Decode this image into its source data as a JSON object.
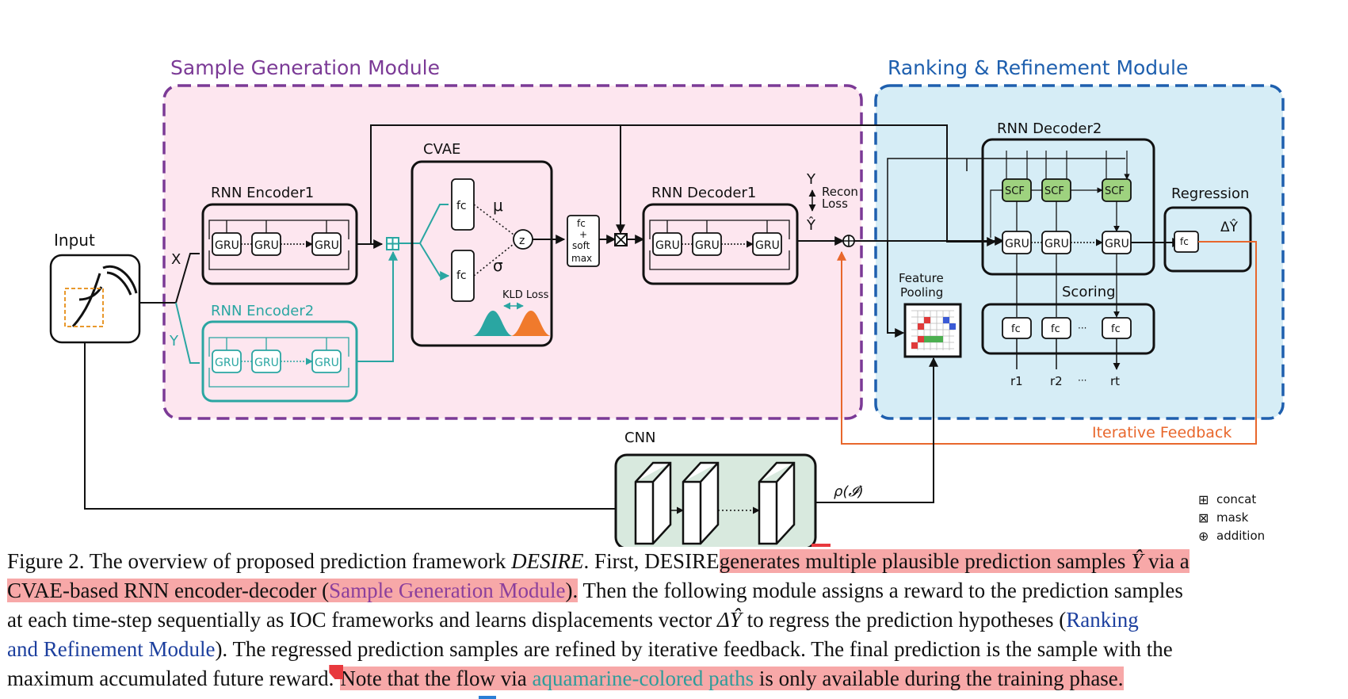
{
  "modules": {
    "sample_generation": "Sample Generation Module",
    "ranking_refinement": "Ranking & Refinement Module"
  },
  "labels": {
    "input": "Input",
    "x": "X",
    "y": "Y",
    "rnn_encoder1": "RNN Encoder1",
    "rnn_encoder2": "RNN Encoder2",
    "cvae": "CVAE",
    "fc": "fc",
    "mu": "μ",
    "sigma": "σ",
    "z": "z",
    "kld_loss": "KLD Loss",
    "softmax_1": "fc",
    "softmax_2": "+",
    "softmax_3": "soft",
    "softmax_4": "max",
    "rnn_decoder1": "RNN Decoder1",
    "recon_loss_1": "Recon",
    "recon_loss_2": "Loss",
    "y_hat": "Ŷ",
    "rnn_decoder2": "RNN Decoder2",
    "scf": "SCF",
    "gru": "GRU",
    "regression": "Regression",
    "delta_y_hat": "ΔŶ",
    "feature_pooling_1": "Feature",
    "feature_pooling_2": "Pooling",
    "scoring": "Scoring",
    "r1": "r1",
    "r2": "r2",
    "rt": "rt",
    "dots": "···",
    "iterative_feedback": "Iterative Feedback",
    "cnn": "CNN",
    "rho": "ρ(𝓘)"
  },
  "legend": {
    "concat_symbol": "⊞",
    "concat": "concat",
    "mask_symbol": "⊠",
    "mask": "mask",
    "addition_symbol": "⊕",
    "addition": "addition"
  },
  "caption": {
    "l1_a": "Figure 2.  The overview of proposed prediction framework ",
    "l1_b": "DESIRE",
    "l1_c": ". First, DESIRE",
    "l1_d": "generates multiple plausible prediction samples ",
    "l1_e": "Ŷ",
    "l1_f": " via a",
    "l2_a": "CVAE-based RNN encoder-decoder (",
    "l2_b": "Sample Generation Module",
    "l2_c": ").",
    "l2_d": " Then the following module assigns a reward to the prediction samples",
    "l3_a": "at each time-step sequentially as IOC frameworks and learns displacements vector ",
    "l3_b": "ΔŶ",
    "l3_c": " to regress the prediction hypotheses (",
    "l3_d": "Ranking",
    "l4_a": "and Refinement Module",
    "l4_b": "). The regressed prediction samples are refined by iterative feedback. The final prediction is the sample with the",
    "l5_a": "maximum accumulated future reward.",
    "l5_b": "Note that the flow via ",
    "l5_c": "aquamarine-colored paths",
    "l5_d": " is only available during the training phase."
  },
  "colors": {
    "purple": "#7b3a96",
    "blue": "#1e5fae",
    "aqua": "#2aa6a2",
    "orange": "#e8672c",
    "pink_bg": "#fde6ef",
    "blue_bg": "#d6edf6",
    "scf_green": "#9ed27f",
    "cnn_bg": "#d8e9de"
  }
}
